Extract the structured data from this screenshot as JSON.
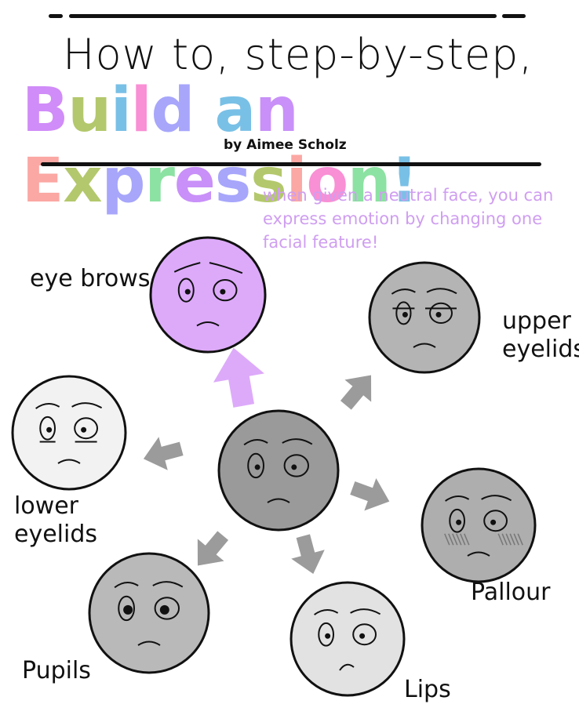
{
  "header": {
    "title_line1": "How to, step-by-step,",
    "title_line2": "Build an Expression!",
    "title_line2_colors": [
      "#d08cf8",
      "#b3c86c",
      "#79c0e6",
      "#f98fd4",
      "#a7a6fb",
      "#ffffff",
      "#79c0e6",
      "#c890f8",
      "#ffffff",
      "#fba7a3",
      "#b3c86c",
      "#a7a6fb",
      "#8ce2a2",
      "#c890f8",
      "#a7a6fb",
      "#b3c86c",
      "#fba7a3",
      "#f98fd4",
      "#8ce2a2",
      "#79c0e6"
    ],
    "byline": "by Aimee Scholz"
  },
  "note": "when given a neutral face, you can express emotion by changing one facial feature!",
  "labels": {
    "eyebrows": "eye brows",
    "upper_eyelids": "upper eyelids",
    "lower_eyelids": "lower eyelids",
    "pallour": "Pallour",
    "pupils": "Pupils",
    "lips": "Lips"
  },
  "colors": {
    "eyebrows_face": "#ddaafa",
    "center_face": "#9a9a9a",
    "upper_face": "#b4b4b4",
    "lower_face": "#f2f2f2",
    "pallour_face": "#aeaeae",
    "pupils_face": "#b9b9b9",
    "lips_face": "#e2e2e2",
    "arrow_gray": "#9b9b9b",
    "arrow_purple": "#ddaafa"
  }
}
